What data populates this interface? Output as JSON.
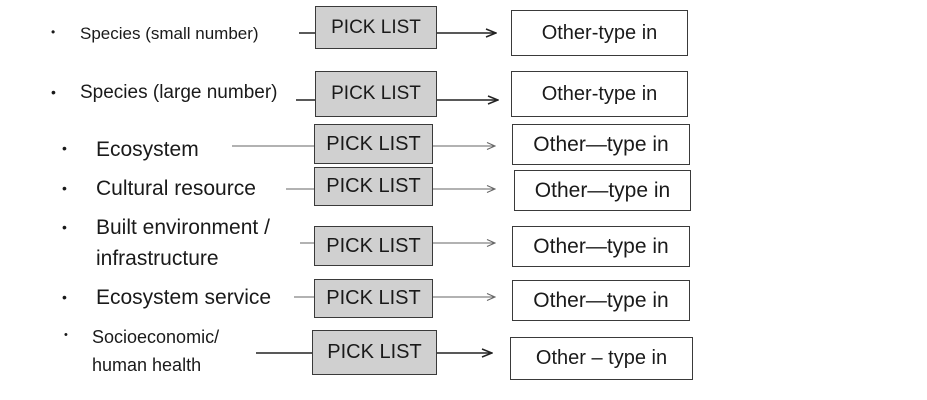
{
  "rows": [
    {
      "label": "Species (small number)",
      "pick": "PICK LIST",
      "other": "Other-type in"
    },
    {
      "label": "Species (large number)",
      "pick": "PICK LIST",
      "other": "Other-type in"
    },
    {
      "label": "Ecosystem",
      "pick": "PICK LIST",
      "other": "Other—type in"
    },
    {
      "label": "Cultural resource",
      "pick": "PICK LIST",
      "other": "Other—type in"
    },
    {
      "label_line1": "Built environment /",
      "label_line2": "infrastructure",
      "pick": "PICK LIST",
      "other": "Other—type in"
    },
    {
      "label": "Ecosystem service",
      "pick": "PICK LIST",
      "other": "Other—type in"
    },
    {
      "label_line1": "Socioeconomic/",
      "label_line2": "human health",
      "pick": "PICK LIST",
      "other": "Other – type in"
    }
  ],
  "bullet_char": "•",
  "colors": {
    "pick_fill": "#d0d0d0",
    "box_border": "#3a3a3a",
    "line": "#444444",
    "text": "#1a1a1a"
  }
}
